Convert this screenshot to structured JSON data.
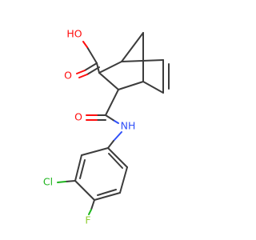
{
  "molecule": {
    "atom_labels": [
      {
        "id": "oh",
        "text": "HO",
        "color": "#ff0d0d"
      },
      {
        "id": "o_acid",
        "text": "O",
        "color": "#ff0d0d"
      },
      {
        "id": "o_amide",
        "text": "O",
        "color": "#ff0d0d"
      },
      {
        "id": "nh",
        "text": "NH",
        "color": "#3050f8"
      },
      {
        "id": "cl",
        "text": "Cl",
        "color": "#1fb51f"
      },
      {
        "id": "f",
        "text": "F",
        "color": "#8fcc33"
      }
    ]
  }
}
